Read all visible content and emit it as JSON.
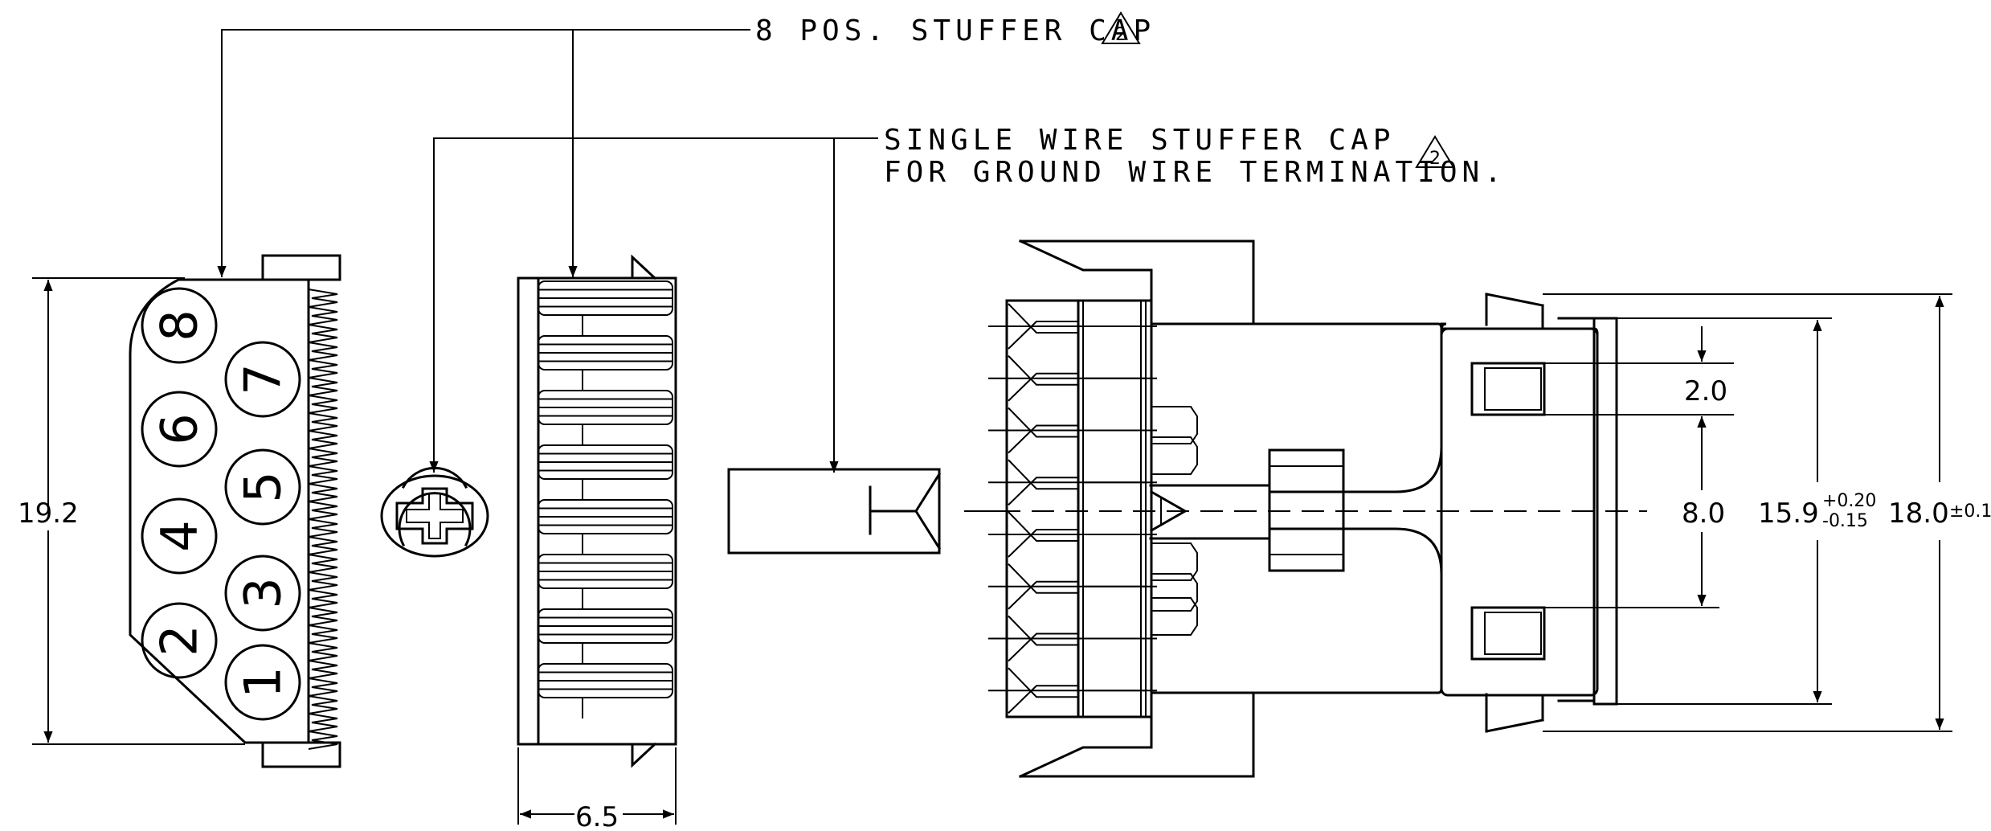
{
  "labels": {
    "stuffer_cap_8pos": "8 POS. STUFFER CAP",
    "single_wire_line1": "SINGLE WIRE STUFFER CAP",
    "single_wire_line2": "FOR GROUND WIRE TERMINATION.",
    "note_revision": "2"
  },
  "dimensions": {
    "left_height": "19.2",
    "cap_width": "6.5",
    "latch_height": "2.0",
    "latch_pitch": "8.0",
    "body_height": "15.9",
    "body_tol_plus": "+0.20",
    "body_tol_minus": "-0.15",
    "overall_height": "18.0",
    "overall_tol": "±0.1"
  },
  "positions": [
    "1",
    "2",
    "3",
    "4",
    "5",
    "6",
    "7",
    "8"
  ]
}
